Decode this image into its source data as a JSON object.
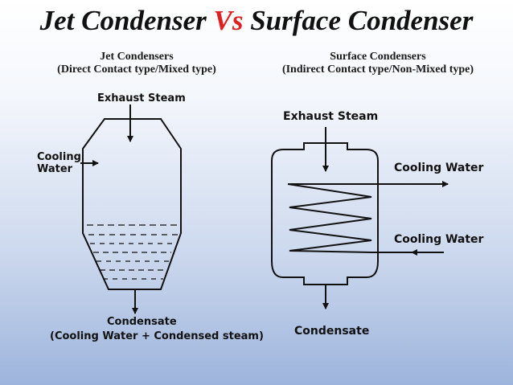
{
  "title": {
    "part1": "Jet Condenser ",
    "vs": "Vs",
    "part2": " Surface Condenser"
  },
  "left_panel": {
    "heading": "Jet Condensers",
    "subheading": "(Direct Contact type/Mixed type)",
    "labels": {
      "exhaust_steam": "Exhaust Steam",
      "cooling_water_line1": "Cooling",
      "cooling_water_line2": "Water",
      "condensate": "Condensate",
      "condensate_note": "(Cooling Water + Condensed steam)"
    }
  },
  "right_panel": {
    "heading": "Surface Condensers",
    "subheading": "(Indirect Contact type/Non-Mixed type)",
    "labels": {
      "exhaust_steam": "Exhaust Steam",
      "cooling_water_out": "Cooling Water",
      "cooling_water_in": "Cooling Water",
      "condensate": "Condensate"
    }
  },
  "colors": {
    "title_text": "#111111",
    "vs_accent": "#e02020",
    "line": "#111111"
  }
}
